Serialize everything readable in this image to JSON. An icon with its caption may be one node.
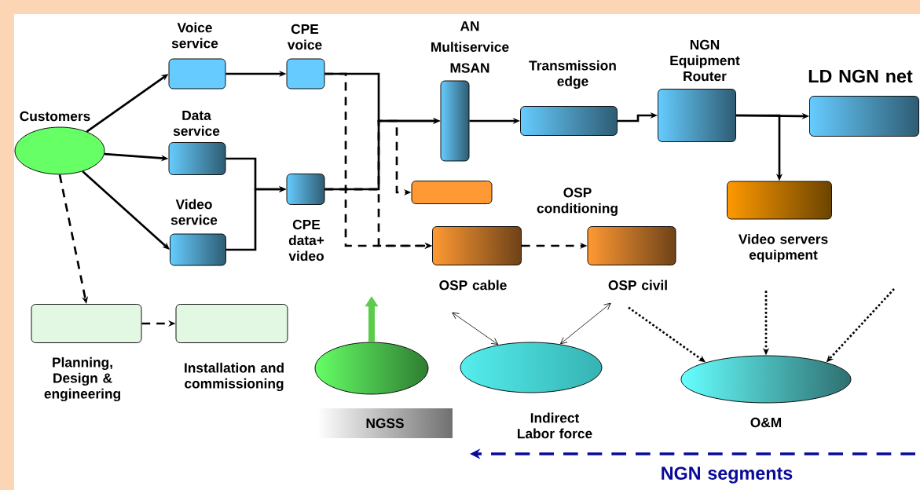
{
  "diagram": {
    "nodes": [
      {
        "text": [
          "Customers"
        ]
      },
      {
        "text": [
          "Voice service"
        ]
      },
      {
        "text": [
          "Data service"
        ]
      },
      {
        "text": [
          "Video service"
        ]
      },
      {
        "text": [
          "CPE voice"
        ]
      },
      {
        "text": [
          "CPE data+ video"
        ]
      },
      {
        "text": [
          "AN Multiservice MSAN"
        ]
      },
      {
        "text": [
          "Transmission edge"
        ]
      },
      {
        "text": [
          "NGN Equipment Router"
        ]
      },
      {
        "text": [
          "LD NGN net"
        ]
      },
      {
        "text": [],
        "shape": "box"
      },
      {
        "text": [
          "OSP cable"
        ]
      },
      {
        "text": [
          "OSP civil"
        ]
      },
      {
        "text": [
          "Video servers equipment"
        ]
      },
      {
        "text": [
          "Planning, Design & engineering"
        ]
      },
      {
        "text": [
          "Installation and commissioning"
        ]
      },
      {
        "text": [],
        "shape": "ellipse"
      },
      {
        "text": [
          "NGSS"
        ]
      },
      {
        "text": [
          "Indirect Labor force"
        ]
      },
      {
        "text": [
          "O&M"
        ]
      }
    ],
    "edges": [
      {
        "from": 0,
        "to": 1,
        "arrow": "to"
      },
      {
        "from": 0,
        "to": 2,
        "arrow": "to"
      },
      {
        "from": 0,
        "to": 3,
        "arrow": "to"
      },
      {
        "from": 1,
        "to": 4,
        "arrow": "to"
      },
      {
        "from": 2,
        "to": 5,
        "arrow": "to"
      },
      {
        "from": 3,
        "to": 5,
        "arrow": "to"
      },
      {
        "from": 4,
        "to": 6,
        "arrow": "to"
      },
      {
        "from": 5,
        "to": 6,
        "arrow": "to"
      },
      {
        "from": 4,
        "to": 11,
        "arrow": "to",
        "style": "dashed"
      },
      {
        "from": 5,
        "to": 11,
        "arrow": "to",
        "style": "dashed"
      },
      {
        "from": 5,
        "to": 10,
        "arrow": "to",
        "style": "dashed"
      },
      {
        "from": 6,
        "to": 7,
        "arrow": "to"
      },
      {
        "from": 7,
        "to": 8,
        "arrow": "to"
      },
      {
        "from": 8,
        "to": 9,
        "arrow": "to"
      },
      {
        "from": 8,
        "to": 13,
        "arrow": "to"
      },
      {
        "from": 11,
        "to": 12,
        "arrow": "to",
        "style": "dashed"
      },
      {
        "from": 0,
        "to": 14,
        "arrow": "to",
        "style": "dashed"
      },
      {
        "from": 14,
        "to": 15,
        "arrow": "to",
        "style": "dashed"
      },
      {
        "from": 16,
        "to": null,
        "arrow": "to",
        "style": "thick",
        "color": "#5ccc4a"
      },
      {
        "from": 18,
        "to": 11,
        "arrow": "both"
      },
      {
        "from": 18,
        "to": 12,
        "arrow": "both"
      },
      {
        "from": 12,
        "to": 19,
        "arrow": "to",
        "style": "dashed"
      },
      {
        "from": 13,
        "to": 19,
        "arrow": "to",
        "style": "dashed"
      },
      {
        "from": null,
        "to": 19,
        "arrow": "to",
        "style": "dashed"
      }
    ],
    "labels": [
      "OSP conditioning",
      "NGN segments"
    ]
  }
}
